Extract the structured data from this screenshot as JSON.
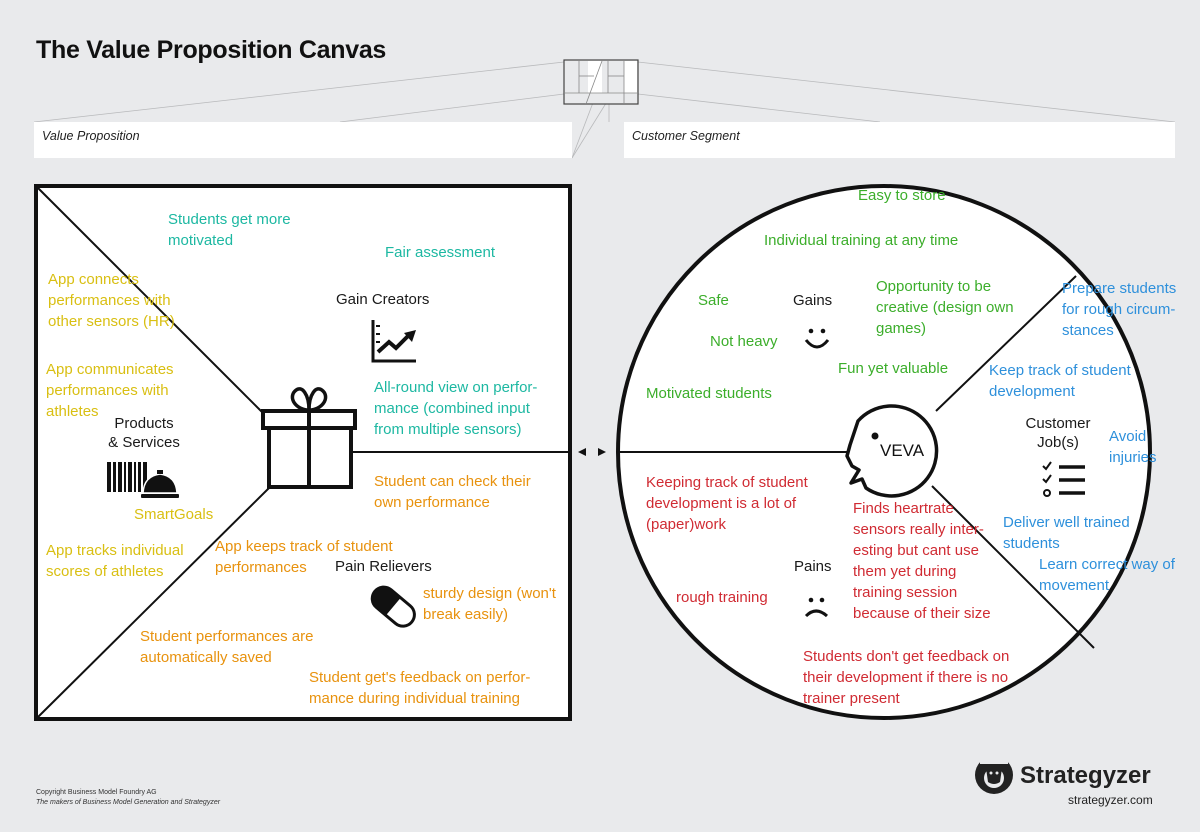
{
  "title": "The Value Proposition Canvas",
  "headers": {
    "value_proposition": "Value Proposition",
    "customer_segment": "Customer Segment"
  },
  "value_map": {
    "sections": {
      "gain_creators": {
        "label": "Gain Creators",
        "icon": "chart-trend-icon"
      },
      "products_services": {
        "label_line1": "Products",
        "label_line2": "& Services",
        "icon": "barcode-bell-icon"
      },
      "pain_relievers": {
        "label": "Pain Relievers",
        "icon": "pill-icon"
      },
      "center_icon": "gift-icon"
    },
    "gain_creators_notes": [
      {
        "lines": [
          "Students get more",
          "motivated"
        ]
      },
      {
        "lines": [
          "Fair assessment"
        ]
      },
      {
        "lines": [
          "All-round view on perfor-",
          "mance (combined input",
          "from multiple sensors)"
        ]
      }
    ],
    "products_notes": [
      {
        "lines": [
          "App connects",
          "performances with",
          "other sensors (HR)"
        ]
      },
      {
        "lines": [
          "App communicates",
          "performances with",
          "athletes"
        ]
      },
      {
        "lines": [
          "SmartGoals"
        ]
      },
      {
        "lines": [
          "App tracks individual",
          "scores of athletes"
        ]
      }
    ],
    "pain_relievers_notes": [
      {
        "lines": [
          "Student can check their",
          "own performance"
        ]
      },
      {
        "lines": [
          "App keeps track of student",
          "performances"
        ]
      },
      {
        "lines": [
          "sturdy design (won't",
          "break easily)"
        ]
      },
      {
        "lines": [
          "Student performances are",
          "automatically saved"
        ]
      },
      {
        "lines": [
          "Student get's feedback on perfor-",
          "mance during individual training"
        ]
      }
    ]
  },
  "customer_profile": {
    "customer_name": "VEVA",
    "sections": {
      "gains": {
        "label": "Gains",
        "icon": "smiley-icon"
      },
      "pains": {
        "label": "Pains",
        "icon": "frown-icon"
      },
      "jobs": {
        "label_line1": "Customer",
        "label_line2": "Job(s)",
        "icon": "checklist-icon"
      }
    },
    "gains_notes": [
      {
        "lines": [
          "Easy to store"
        ]
      },
      {
        "lines": [
          "Individual training at any time"
        ]
      },
      {
        "lines": [
          "Safe"
        ]
      },
      {
        "lines": [
          "Opportunity to be",
          "creative (design own",
          "games)"
        ]
      },
      {
        "lines": [
          "Not heavy"
        ]
      },
      {
        "lines": [
          "Fun yet valuable"
        ]
      },
      {
        "lines": [
          "Motivated students"
        ]
      }
    ],
    "jobs_notes": [
      {
        "lines": [
          "Prepare students",
          "for rough circum-",
          "stances"
        ]
      },
      {
        "lines": [
          "Keep track of student",
          "development"
        ]
      },
      {
        "lines": [
          "Avoid",
          "injuries"
        ]
      },
      {
        "lines": [
          "Deliver well trained",
          "students"
        ]
      },
      {
        "lines": [
          "Learn correct way of",
          "movement"
        ]
      }
    ],
    "pains_notes": [
      {
        "lines": [
          "Keeping track of student",
          "development is a lot of",
          "(paper)work"
        ]
      },
      {
        "lines": [
          "Finds heartrate",
          "sensors really inter-",
          "esting but cant use",
          "them yet during",
          "training session",
          "because of their size"
        ]
      },
      {
        "lines": [
          "rough training"
        ]
      },
      {
        "lines": [
          "Students don't get feedback on",
          "their development if there is no",
          "trainer present"
        ]
      }
    ]
  },
  "footer": {
    "copyright": "Copyright Business Model Foundry AG",
    "tagline": "The makers of Business Model Generation and Strategyzer",
    "brand": "Strategyzer",
    "brand_url": "strategyzer.com",
    "brand_icon": "strategyzer-logo-icon"
  },
  "colors": {
    "gain_creators": "#1db8a2",
    "products": "#d9bf12",
    "pain_relievers": "#e8920e",
    "gains": "#3cae2b",
    "jobs": "#2e90db",
    "pains": "#d02b33"
  }
}
